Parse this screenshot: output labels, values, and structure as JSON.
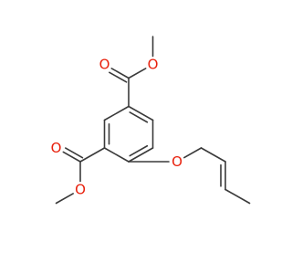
{
  "molecule": {
    "atoms": [
      {
        "id": "c1",
        "element": "C"
      },
      {
        "id": "c2",
        "element": "C"
      },
      {
        "id": "c3",
        "element": "C"
      },
      {
        "id": "c4",
        "element": "C"
      },
      {
        "id": "c5",
        "element": "C"
      },
      {
        "id": "c6",
        "element": "C"
      },
      {
        "id": "c7",
        "element": "C"
      },
      {
        "id": "o1",
        "element": "O",
        "label": "O"
      },
      {
        "id": "o2",
        "element": "O",
        "label": "O"
      },
      {
        "id": "c8",
        "element": "C"
      },
      {
        "id": "c9",
        "element": "C"
      },
      {
        "id": "o3",
        "element": "O",
        "label": "O"
      },
      {
        "id": "o4",
        "element": "O",
        "label": "O"
      },
      {
        "id": "c10",
        "element": "C"
      },
      {
        "id": "o5",
        "element": "O",
        "label": "O"
      },
      {
        "id": "c11",
        "element": "C"
      },
      {
        "id": "c12",
        "element": "C"
      },
      {
        "id": "c13",
        "element": "C"
      },
      {
        "id": "c14",
        "element": "C"
      }
    ],
    "bonds": [
      {
        "from": "c1",
        "to": "c2",
        "order": 1
      },
      {
        "from": "c2",
        "to": "c3",
        "order": 2
      },
      {
        "from": "c3",
        "to": "c4",
        "order": 1
      },
      {
        "from": "c4",
        "to": "c5",
        "order": 2
      },
      {
        "from": "c5",
        "to": "c6",
        "order": 1
      },
      {
        "from": "c6",
        "to": "c1",
        "order": 2
      },
      {
        "from": "c1",
        "to": "c7",
        "order": 1
      },
      {
        "from": "c7",
        "to": "o1",
        "order": 2
      },
      {
        "from": "c7",
        "to": "o2",
        "order": 1
      },
      {
        "from": "o2",
        "to": "c8",
        "order": 1
      },
      {
        "from": "c3",
        "to": "c9",
        "order": 1
      },
      {
        "from": "c9",
        "to": "o3",
        "order": 2
      },
      {
        "from": "c9",
        "to": "o4",
        "order": 1
      },
      {
        "from": "o4",
        "to": "c10",
        "order": 1
      },
      {
        "from": "c4",
        "to": "o5",
        "order": 1
      },
      {
        "from": "o5",
        "to": "c11",
        "order": 1
      },
      {
        "from": "c11",
        "to": "c12",
        "order": 1
      },
      {
        "from": "c12",
        "to": "c13",
        "order": 2
      },
      {
        "from": "c13",
        "to": "c14",
        "order": 1
      }
    ]
  },
  "colors": {
    "bond": "#3a3a3a",
    "oxygen": "#e8200c",
    "background": "#ffffff"
  }
}
